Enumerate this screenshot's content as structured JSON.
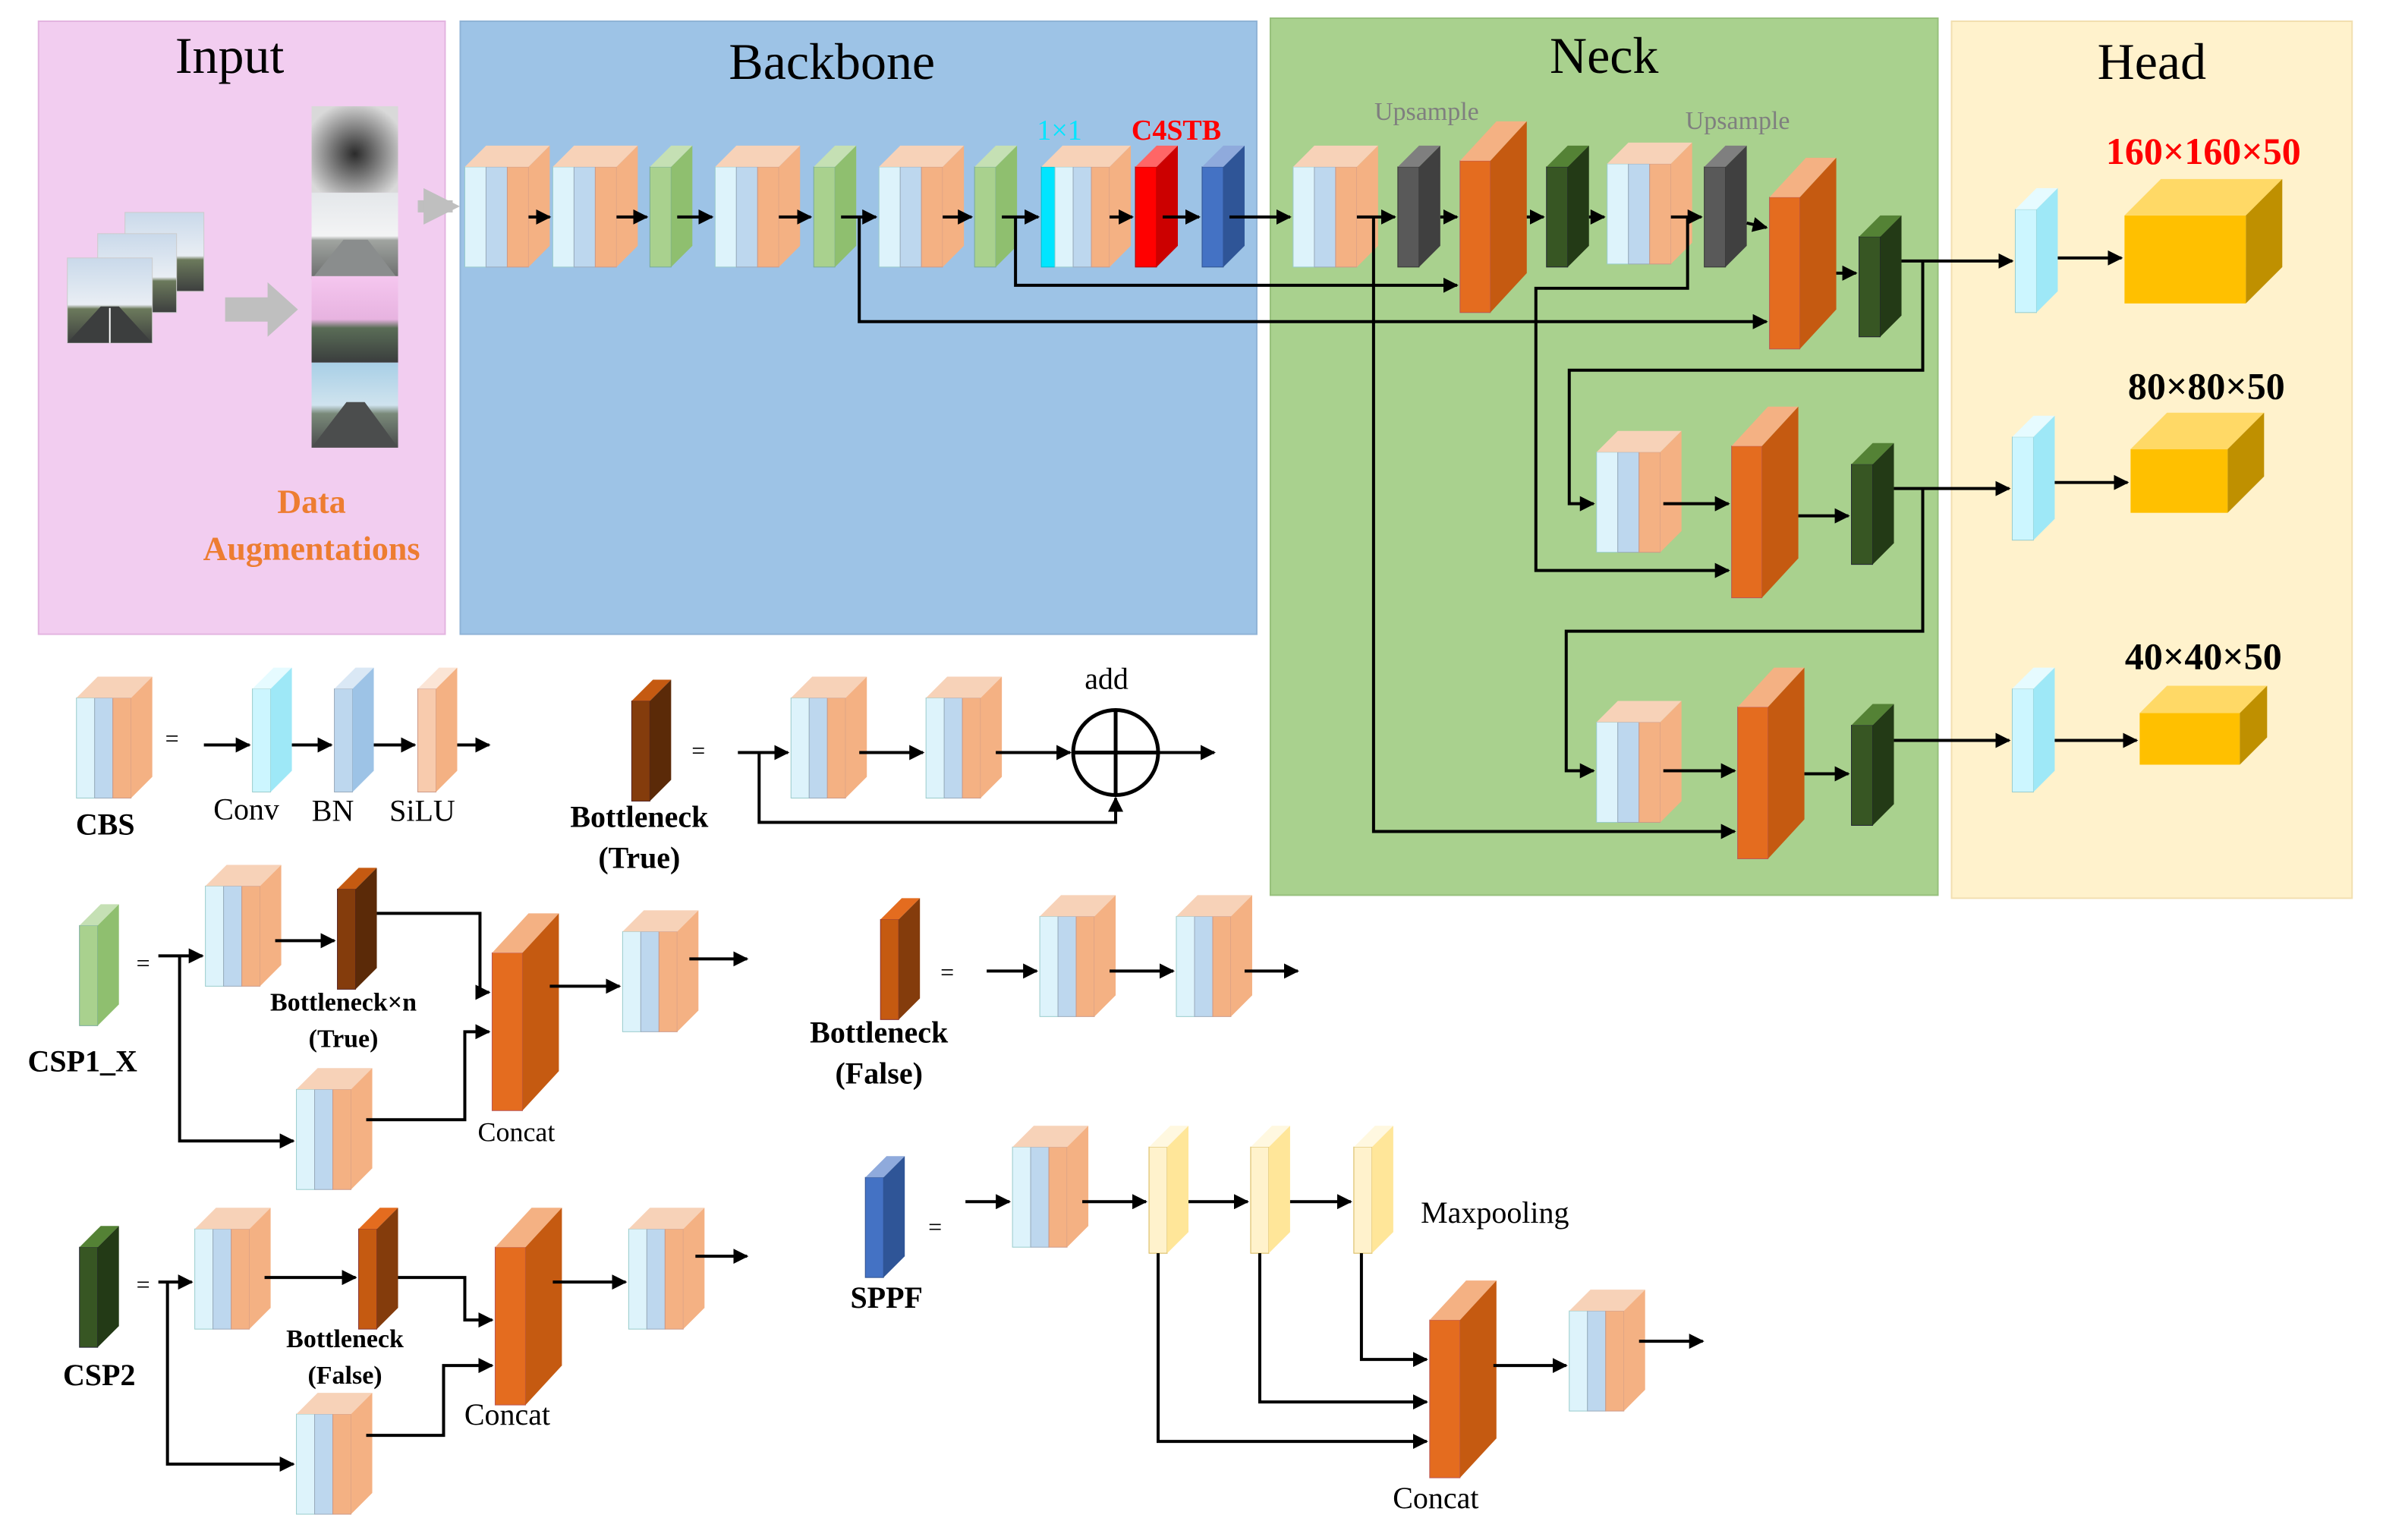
{
  "panels": {
    "input": "Input",
    "backbone": "Backbone",
    "neck": "Neck",
    "head": "Head"
  },
  "input": {
    "aug_line1": "Data",
    "aug_line2": "Augmentations"
  },
  "backbone": {
    "conv1x1": "1×1",
    "c4stb": "C4STB"
  },
  "neck": {
    "upsample1": "Upsample",
    "upsample2": "Upsample"
  },
  "head": {
    "out1": "160×160×50",
    "out2": "80×80×50",
    "out3": "40×40×50"
  },
  "legend": {
    "cbs": "CBS",
    "conv": "Conv",
    "bn": "BN",
    "silu": "SiLU",
    "eq": "=",
    "add": "add",
    "bneck_true_l1": "Bottleneck",
    "bneck_true_l2": "(True)",
    "csp1": "CSP1_X",
    "bneck_n_l1": "Bottleneck×n",
    "bneck_n_l2": "(True)",
    "concat1": "Concat",
    "bneck_false_l1": "Bottleneck",
    "bneck_false_l2": "(False)",
    "csp2": "CSP2",
    "csp2_bneck_l1": "Bottleneck",
    "csp2_bneck_l2": "(False)",
    "concat2": "Concat",
    "sppf": "SPPF",
    "maxpooling": "Maxpooling",
    "concat3": "Concat"
  },
  "colors": {
    "input_bg": "#f2cdf0",
    "backbone_bg": "#9dc3e6",
    "neck_bg": "#a9d18e",
    "head_bg": "#fff2cc",
    "aug_text": "#ed7d31",
    "conv1x1_text": "#00e5ff",
    "c4stb_text": "#ff0000",
    "out1_text": "#ff0000",
    "upsample_text": "#7f7f7f"
  }
}
